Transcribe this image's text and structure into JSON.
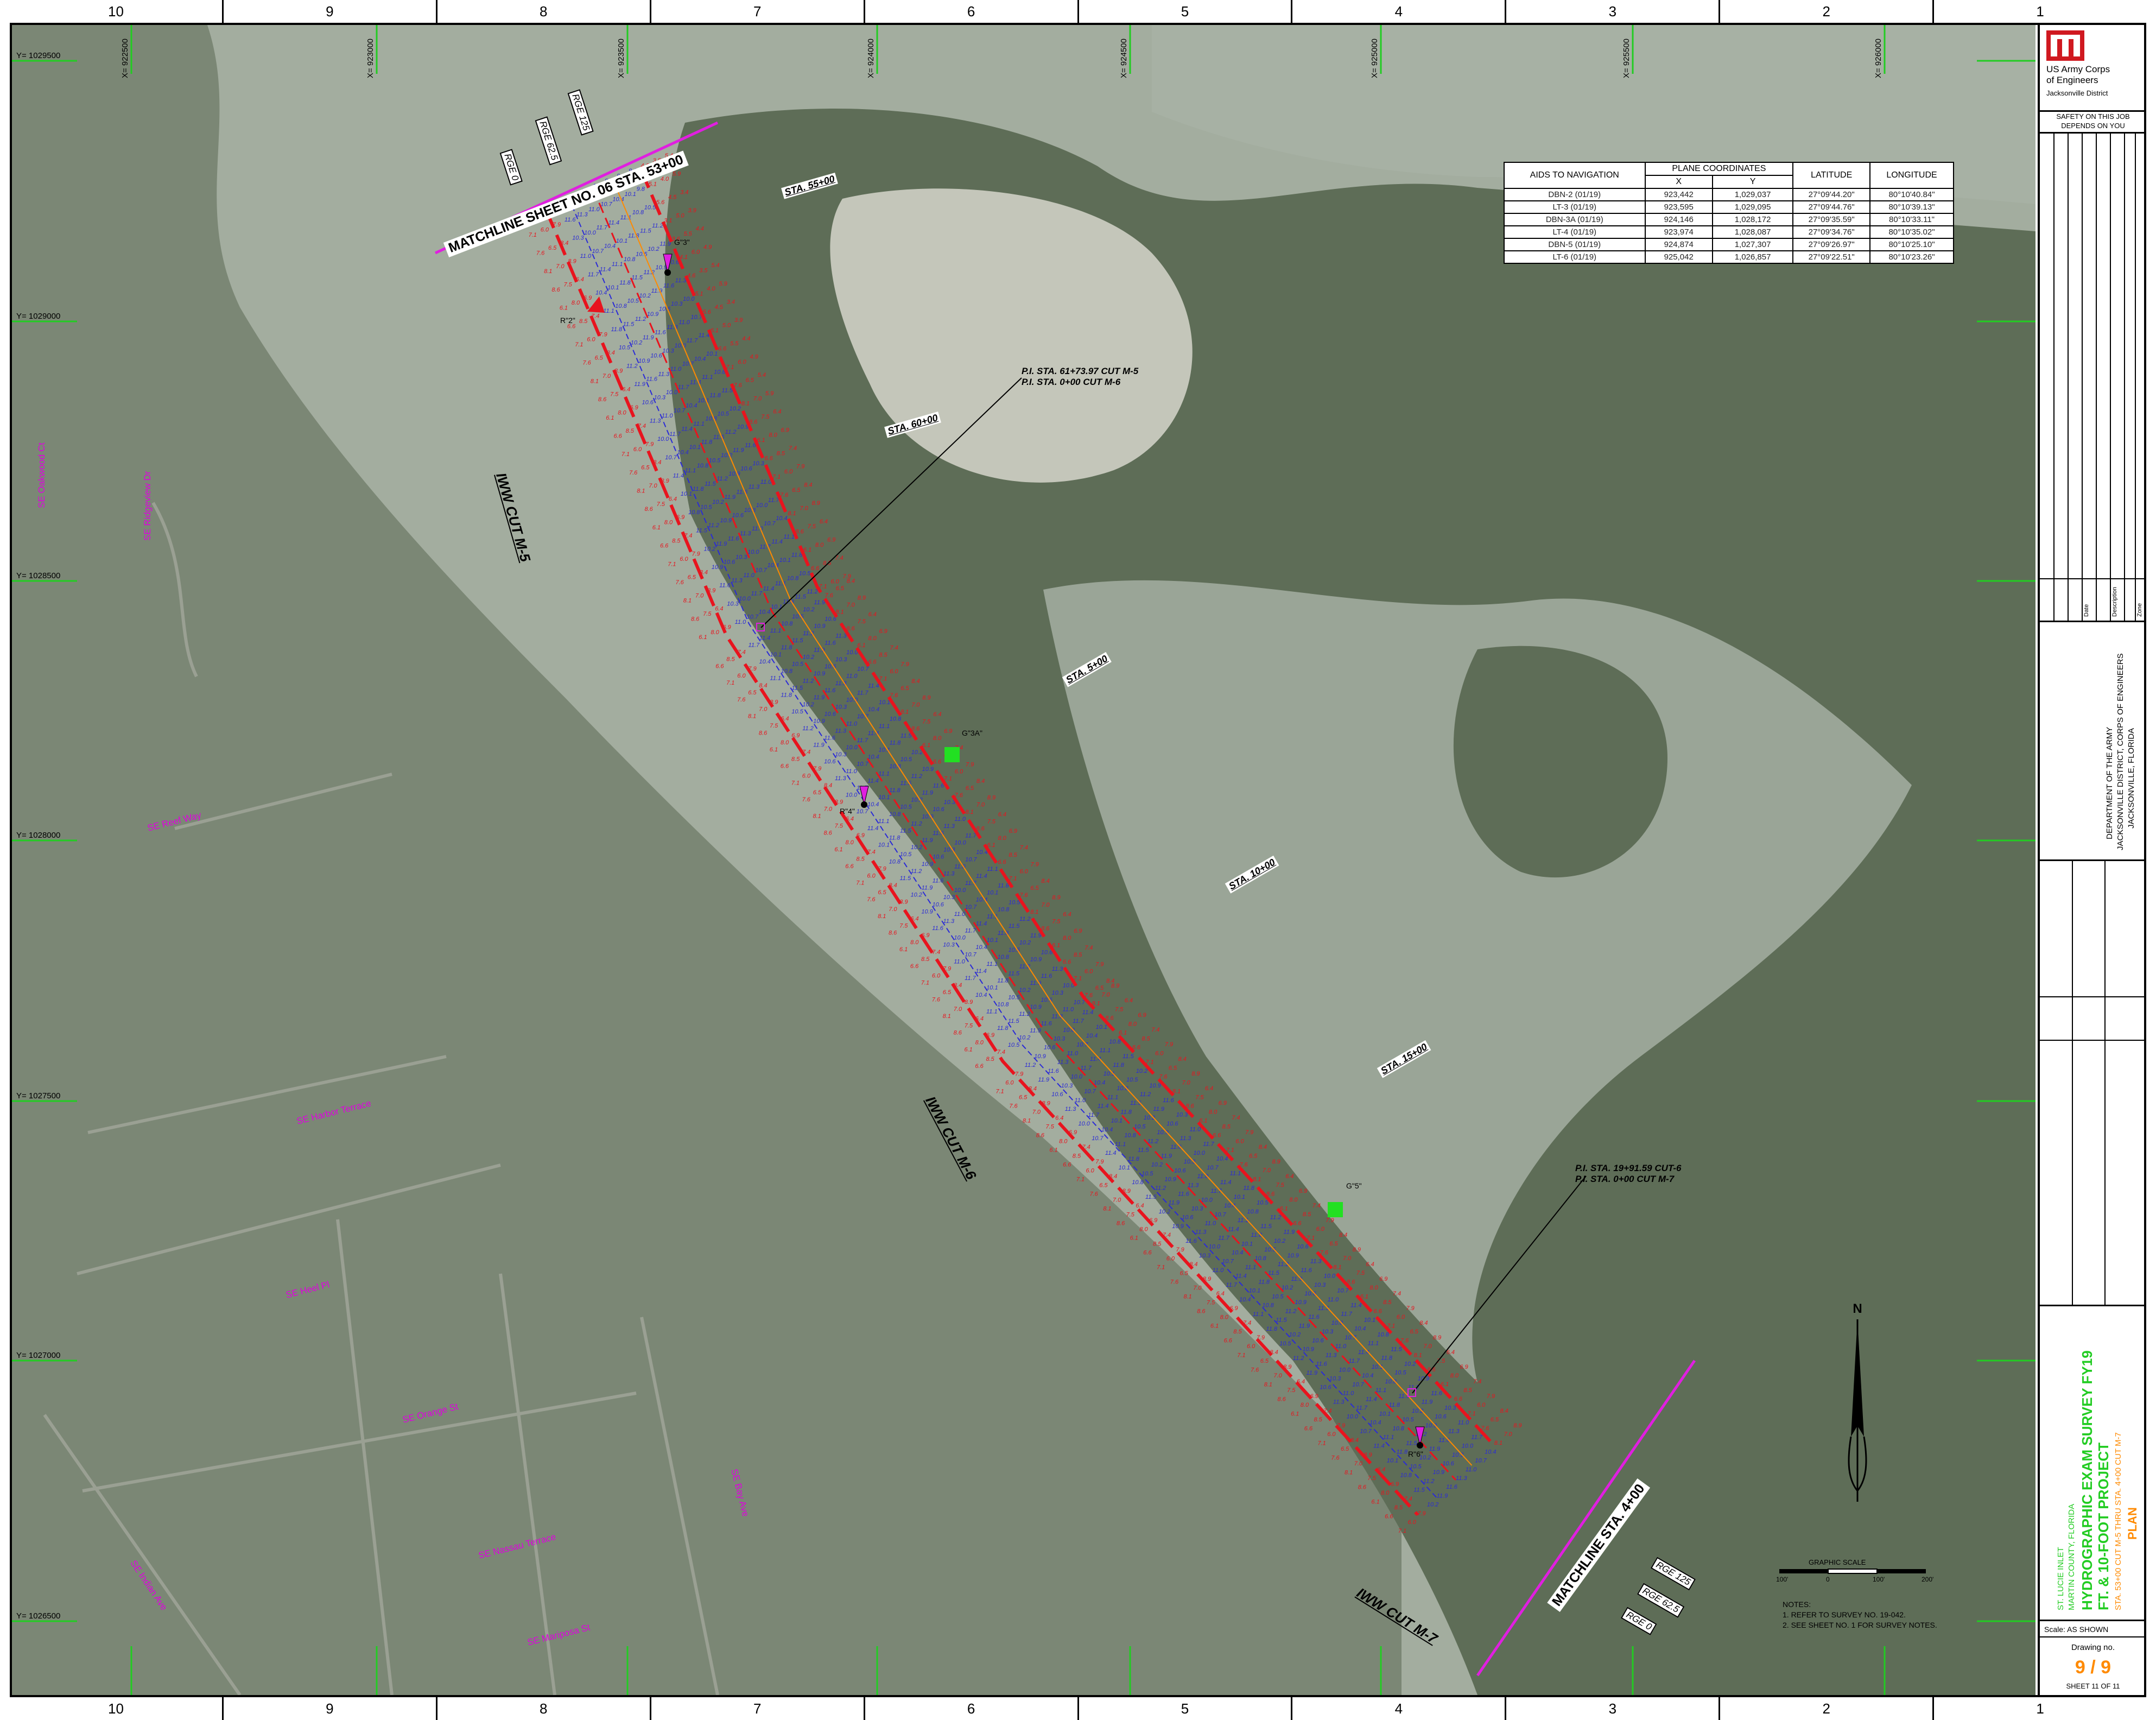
{
  "zones": [
    "10",
    "9",
    "8",
    "7",
    "6",
    "5",
    "4",
    "3",
    "2",
    "1"
  ],
  "grid_x": [
    "X= 922500",
    "X= 923000",
    "X= 923500",
    "X= 924000",
    "X= 924500",
    "X= 925000",
    "X= 925500",
    "X= 926000"
  ],
  "grid_y": [
    "Y= 1029500",
    "Y= 1029000",
    "Y= 1028500",
    "Y= 1028000",
    "Y= 1027500",
    "Y= 1027000",
    "Y= 1026500"
  ],
  "streets": {
    "s1": "SE Oakwood Ct",
    "s2": "SE Ridgeview Dr",
    "s3": "SE Reef Way",
    "s4": "SE Harbor Terrace",
    "s5": "SE Heel Pl",
    "s6": "SE Orange St",
    "s7": "SE Nassau Terrace",
    "s8": "SE Indian Ave",
    "s9": "SE Mariposa St",
    "s10": "SE Bay Ave"
  },
  "stations": {
    "sta53": "STA. 55+00",
    "sta60": "STA. 60+00",
    "sta5": "STA. 5+00",
    "sta10": "STA. 10+00",
    "sta15": "STA. 15+00"
  },
  "cuts": {
    "m5": "IWW CUT M-5",
    "m6": "IWW CUT M-6",
    "m7": "IWW CUT M-7"
  },
  "matchlines": {
    "top": "MATCHLINE SHEET NO. 06 STA. 53+00",
    "bottom": "MATCHLINE STA. 4+00"
  },
  "ranges": {
    "top": [
      "RGE 0",
      "RGE 62.5",
      "RGE 125"
    ],
    "bottom": [
      "RGE 125",
      "RGE 62.5",
      "RGE 0"
    ]
  },
  "pi_notes": {
    "a1": "P.I. STA. 61+73.97 CUT M-5",
    "a2": "P.I. STA. 0+00 CUT M-6",
    "b1": "P.I. STA. 19+91.59 CUT-6",
    "b2": "P.I. STA. 0+00 CUT M-7"
  },
  "aids": {
    "g3": "G\"3\"",
    "r2": "R\"2\"",
    "g3a": "G\"3A\"",
    "r4": "R\"4\"",
    "g5": "G\"5\"",
    "r6": "R\"6\""
  },
  "aids_table": {
    "headers": [
      "AIDS TO NAVIGATION",
      "PLANE COORDINATES",
      "LATITUDE",
      "LONGITUDE"
    ],
    "sub_x": "X",
    "sub_y": "Y",
    "rows": [
      [
        "DBN-2 (01/19)",
        "923,442",
        "1,029,037",
        "27°09'44.20\"",
        "80°10'40.84\""
      ],
      [
        "LT-3 (01/19)",
        "923,595",
        "1,029,095",
        "27°09'44.76\"",
        "80°10'39.13\""
      ],
      [
        "DBN-3A (01/19)",
        "924,146",
        "1,028,172",
        "27°09'35.59\"",
        "80°10'33.11\""
      ],
      [
        "LT-4 (01/19)",
        "923,974",
        "1,028,087",
        "27°09'34.76\"",
        "80°10'35.02\""
      ],
      [
        "DBN-5 (01/19)",
        "924,874",
        "1,027,307",
        "27°09'26.97\"",
        "80°10'25.10\""
      ],
      [
        "LT-6 (01/19)",
        "925,042",
        "1,026,857",
        "27°09'22.51\"",
        "80°10'23.26\""
      ]
    ]
  },
  "scale": {
    "title": "GRAPHIC SCALE",
    "t0": "100'",
    "t1": "0",
    "t2": "100'",
    "t3": "200'"
  },
  "notes": {
    "title": "NOTES:",
    "n1": "1. REFER TO SURVEY NO. 19-042.",
    "n2": "2. SEE SHEET NO. 1 FOR SURVEY NOTES."
  },
  "north": "N",
  "title_block": {
    "org1": "US Army Corps",
    "org2": "of Engineers",
    "org3": "Jacksonville District",
    "safety1": "SAFETY ON THIS JOB",
    "safety2": "DEPENDS ON YOU",
    "dept1": "DEPARTMENT OF THE ARMY",
    "dept2": "JACKSONVILLE DISTRICT, CORPS OF ENGINEERS",
    "dept3": "JACKSONVILLE, FLORIDA",
    "proj1": "ST. LUCIE INLET",
    "proj2": "MARTIN COUNTY, FLORIDA",
    "proj3": "HYDROGRAPHIC EXAM SURVEY FY19",
    "proj4": "FT. & 10-FOOT PROJECT",
    "proj5": "STA. 53+00 CUT M-5 THRU STA. 4+00 CUT M-7",
    "proj6": "PLAN",
    "scale": "Scale:  AS SHOWN",
    "drawing_label": "Drawing no.",
    "drawing_no": "9 / 9",
    "sheet": "SHEET  11  OF  11",
    "zone_lbl": "Zone",
    "desc_lbl": "Description",
    "date_lbl": "Date"
  },
  "colors": {
    "water": "#9eaa9e",
    "land": "#6f7c67",
    "channel_red": "#e8141e",
    "depth_blue": "#2b2bd6",
    "magenta": "#e01fe0",
    "green_marker": "#22e022",
    "orange": "#ff8a00"
  }
}
